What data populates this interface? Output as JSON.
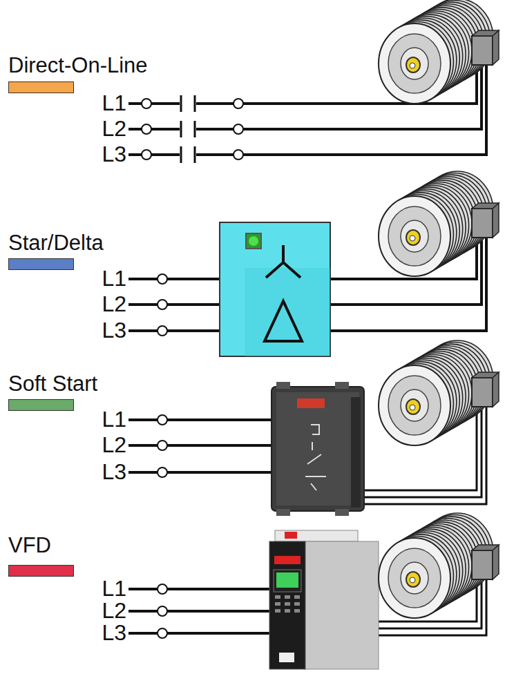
{
  "diagram": {
    "labels": [
      "L1",
      "L2",
      "L3",
      "L1",
      "L2",
      "L3",
      "L1",
      "L2",
      "L3",
      "L1",
      "L2",
      "L3"
    ],
    "legend": [
      {
        "text": "Direct-On-Line",
        "color": "#f5a54a"
      },
      {
        "text": "Star/Delta",
        "color": "#5b7fc6"
      },
      {
        "text": "Soft Start",
        "color": "#6aaa6a"
      },
      {
        "text": "VFD",
        "color": "#e0304a"
      }
    ]
  }
}
